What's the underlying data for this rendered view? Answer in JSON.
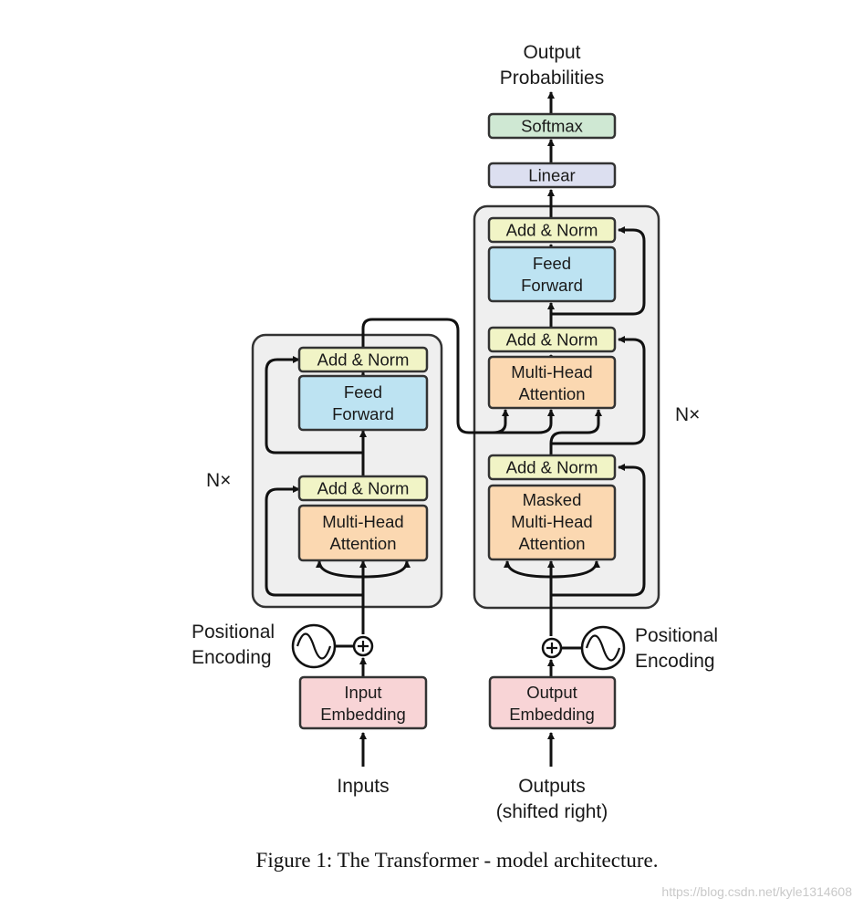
{
  "colors": {
    "add_norm": "#f1f4c6",
    "feed_forward": "#bde3f2",
    "attention": "#fbd8b1",
    "embedding": "#f8d4d6",
    "linear": "#dcdff0",
    "softmax": "#cfe8d3",
    "stack_bg": "#efefef"
  },
  "encoder": {
    "repeat_label": "N×",
    "add_norm_top": "Add & Norm",
    "feed_forward": [
      "Feed",
      "Forward"
    ],
    "add_norm_bottom": "Add & Norm",
    "attention": [
      "Multi-Head",
      "Attention"
    ]
  },
  "decoder": {
    "repeat_label": "N×",
    "add_norm_top": "Add & Norm",
    "feed_forward": [
      "Feed",
      "Forward"
    ],
    "add_norm_mid": "Add & Norm",
    "cross_attention": [
      "Multi-Head",
      "Attention"
    ],
    "add_norm_bottom": "Add & Norm",
    "masked_attention": [
      "Masked",
      "Multi-Head",
      "Attention"
    ]
  },
  "head": {
    "linear": "Linear",
    "softmax": "Softmax",
    "output": [
      "Output",
      "Probabilities"
    ]
  },
  "inputs": {
    "positional_encoding": [
      "Positional",
      "Encoding"
    ],
    "embedding": [
      "Input",
      "Embedding"
    ],
    "label": "Inputs"
  },
  "outputs": {
    "positional_encoding": [
      "Positional",
      "Encoding"
    ],
    "embedding": [
      "Output",
      "Embedding"
    ],
    "label": [
      "Outputs",
      "(shifted right)"
    ]
  },
  "caption": "Figure 1: The Transformer - model architecture.",
  "watermark": "https://blog.csdn.net/kyle1314608"
}
